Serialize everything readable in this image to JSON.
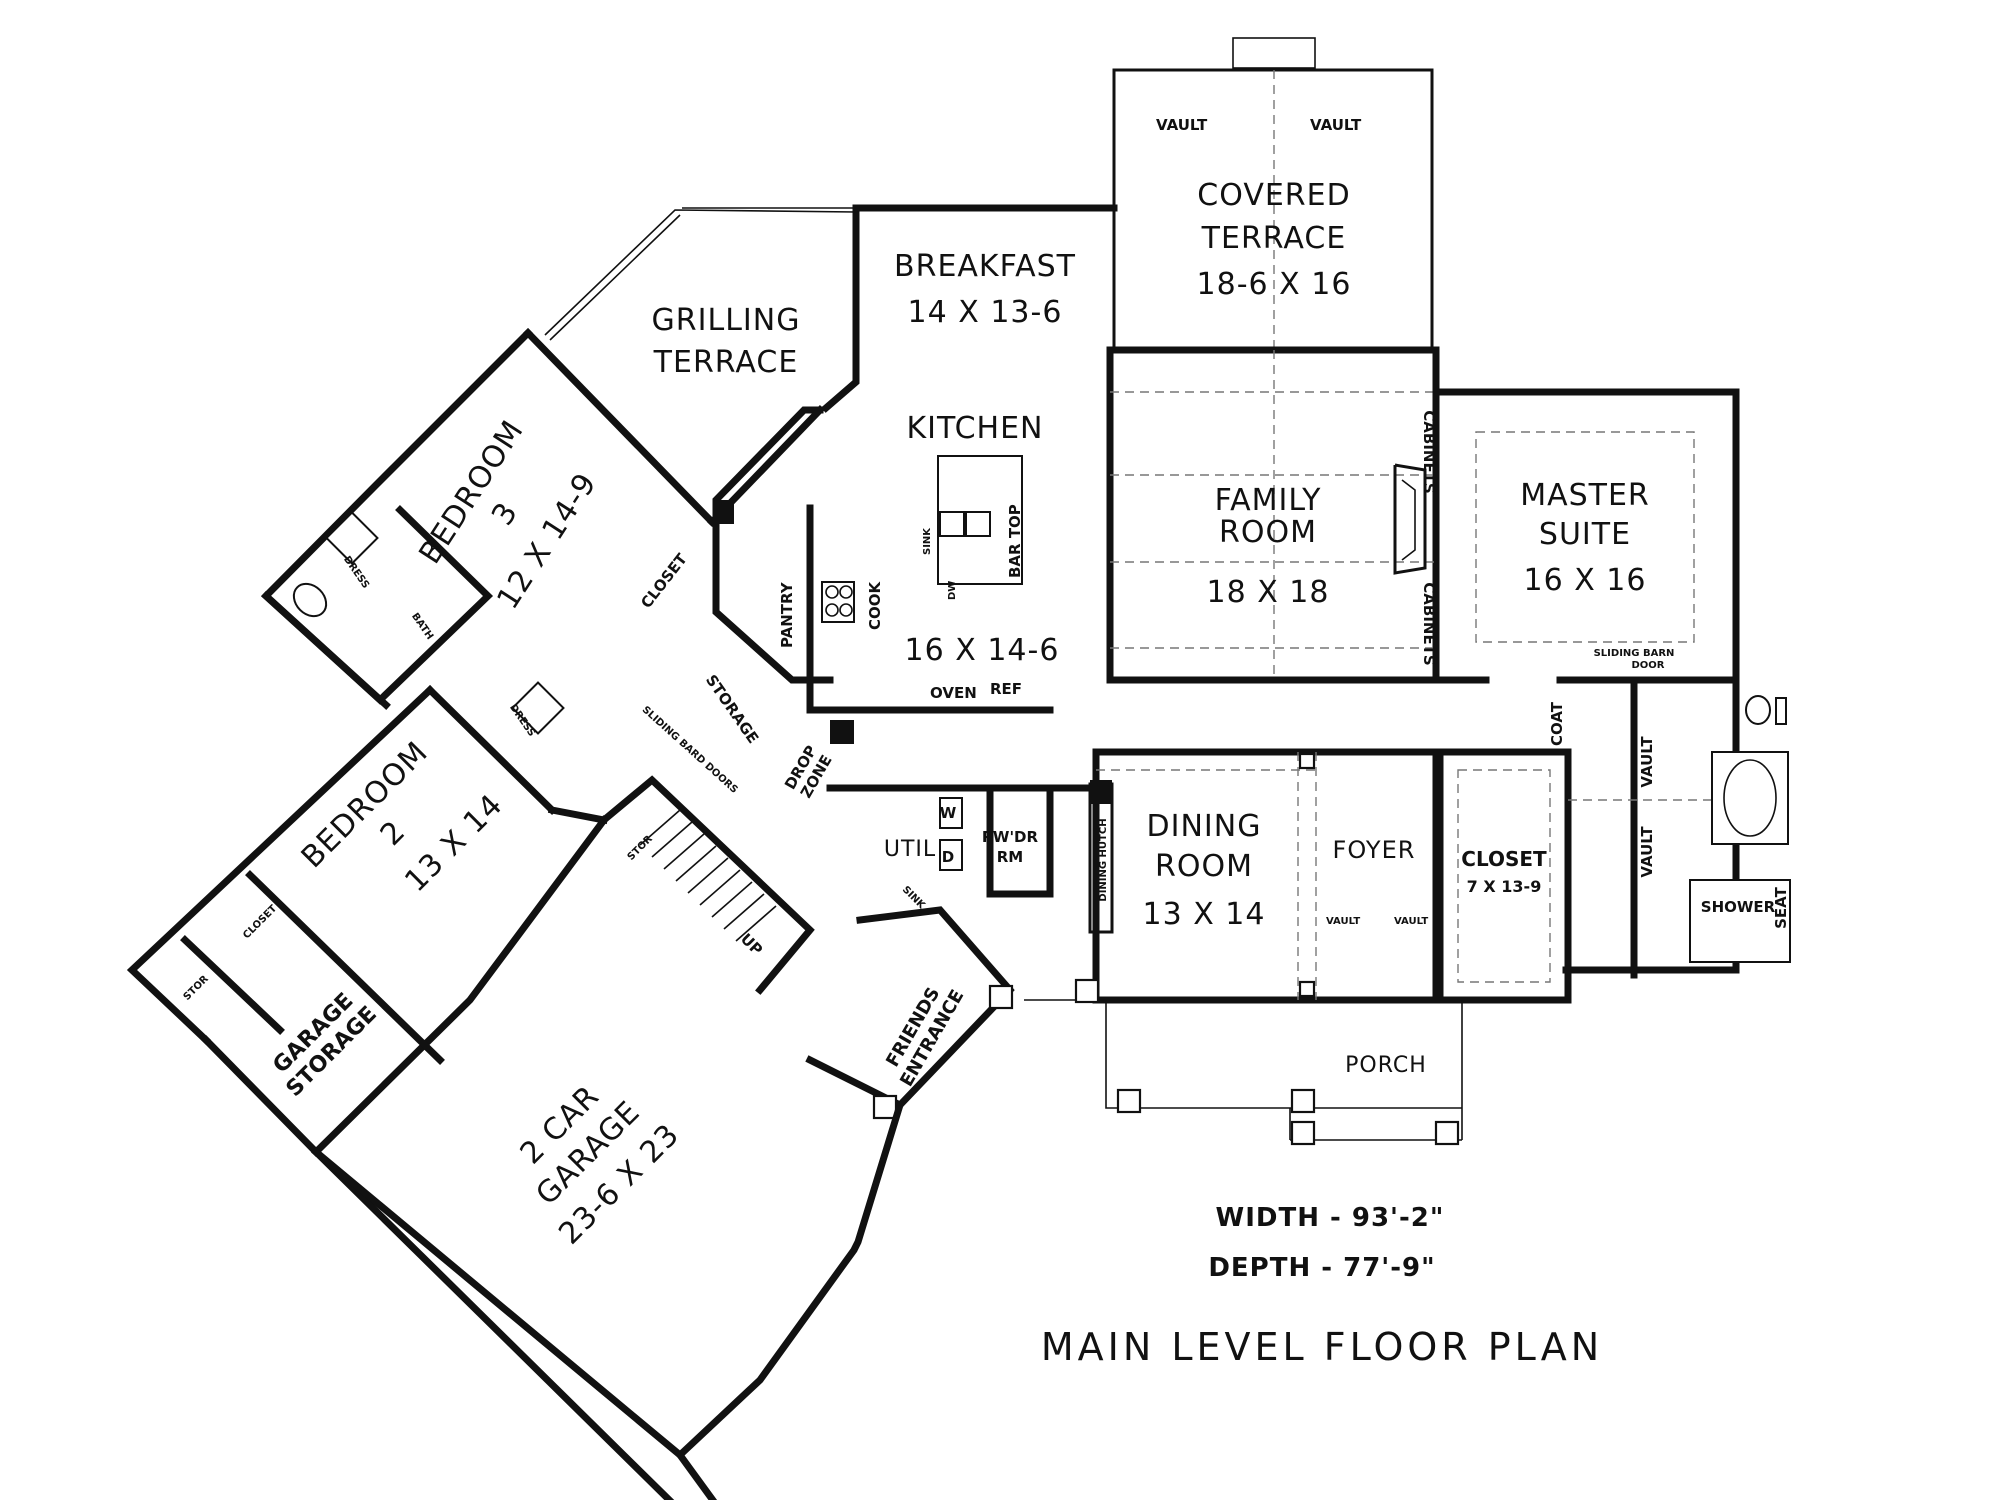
{
  "plan": {
    "title": "MAIN LEVEL FLOOR PLAN",
    "width_text": "WIDTH - 93'-2\"",
    "depth_text": "DEPTH - 77'-9\""
  },
  "rooms": {
    "covered_terrace": {
      "name_line1": "COVERED",
      "name_line2": "TERRACE",
      "size": "18-6 X 16",
      "vault_left": "VAULT",
      "vault_right": "VAULT"
    },
    "breakfast": {
      "name": "BREAKFAST",
      "size": "14 X 13-6"
    },
    "grilling_terrace": {
      "name_line1": "GRILLING",
      "name_line2": "TERRACE"
    },
    "kitchen": {
      "name": "KITCHEN",
      "size": "16 X 14-6",
      "sink": "SINK",
      "dw": "DW",
      "bar_top": "BAR TOP",
      "cook": "COOK",
      "oven": "OVEN",
      "ref": "REF"
    },
    "pantry": {
      "name": "PANTRY"
    },
    "family_room": {
      "name_line1": "FAMILY",
      "name_line2": "ROOM",
      "size": "18 X 18",
      "cabinets_upper": "CABINETS",
      "cabinets_lower": "CABINETS"
    },
    "master_suite": {
      "name_line1": "MASTER",
      "name_line2": "SUITE",
      "size": "16 X 16",
      "barn_door": "SLIDING BARN",
      "barn_door2": "DOOR"
    },
    "bedroom3": {
      "name": "BEDROOM",
      "number": "3",
      "size": "12 X 14-9"
    },
    "bedroom2": {
      "name": "BEDROOM",
      "number": "2",
      "size": "13 X 14"
    },
    "garage": {
      "name_line1": "2 CAR",
      "name_line2": "GARAGE",
      "size": "23-6 X 23"
    },
    "garage_storage": {
      "name_line1": "GARAGE",
      "name_line2": "STORAGE"
    },
    "dining": {
      "name_line1": "DINING",
      "name_line2": "ROOM",
      "size": "13 X 14",
      "hutch": "DINING HUTCH"
    },
    "foyer": {
      "name": "FOYER",
      "vault_left": "VAULT",
      "vault_right": "VAULT"
    },
    "master_closet": {
      "name": "CLOSET",
      "size": "7 X 13-9"
    },
    "porch": {
      "name": "PORCH"
    },
    "util": {
      "name": "UTIL",
      "w": "W",
      "d": "D",
      "sink": "SINK"
    },
    "powder": {
      "name_line1": "PW'DR",
      "name_line2": "RM"
    },
    "friends_entrance": {
      "name_line1": "FRIENDS",
      "name_line2": "ENTRANCE"
    },
    "misc": {
      "closet_b3": "CLOSET",
      "dress_b3": "DRESS",
      "bath": "BATH",
      "dress2": "DRESS",
      "storage": "STORAGE",
      "drop_zone_line1": "DROP",
      "drop_zone_line2": "ZONE",
      "sliding_barn_doors": "SLIDING BARD DOORS",
      "stor_stair": "STOR",
      "up": "UP",
      "closet_b2": "CLOSET",
      "stor_b2": "STOR",
      "coat": "COAT",
      "shower": "SHOWER",
      "seat": "SEAT",
      "vault_bath_upper": "VAULT",
      "vault_bath_lower": "VAULT"
    }
  }
}
